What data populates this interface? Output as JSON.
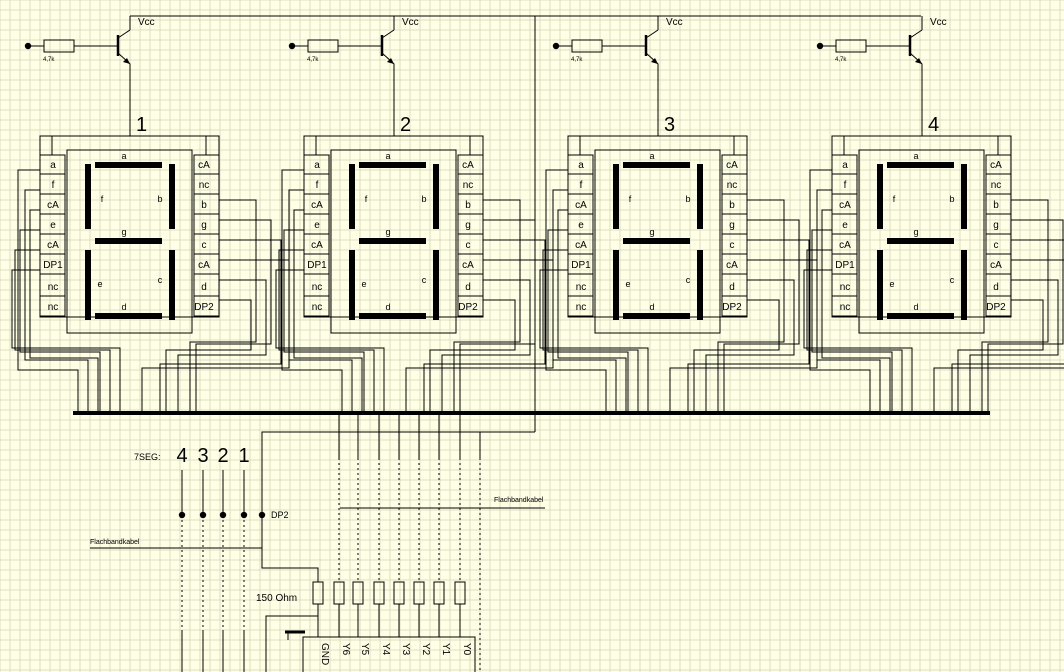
{
  "colors": {
    "background": "#ffffe6",
    "grid": "#dcdcc4",
    "ink": "#000000"
  },
  "supply_label": "Vcc",
  "base_resistor_label": "4,7k",
  "segment_letters": [
    "a",
    "b",
    "c",
    "d",
    "e",
    "f",
    "g"
  ],
  "pins_left": [
    "a",
    "f",
    "cA",
    "e",
    "cA",
    "DP1",
    "nc",
    "nc"
  ],
  "pins_right": [
    "cA",
    "nc",
    "b",
    "g",
    "c",
    "cA",
    "d",
    "DP2"
  ],
  "digits": [
    {
      "number": "1"
    },
    {
      "number": "2"
    },
    {
      "number": "3"
    },
    {
      "number": "4"
    }
  ],
  "select_label": "7SEG:",
  "select_numbers": [
    "4",
    "3",
    "2",
    "1"
  ],
  "dp2_label": "DP2",
  "cable_label": "Flachbandkabel",
  "resistor_label": "150 Ohm",
  "port_pins": [
    "GND",
    "Y6",
    "Y5",
    "Y4",
    "Y3",
    "Y2",
    "Y1",
    "Y0"
  ]
}
